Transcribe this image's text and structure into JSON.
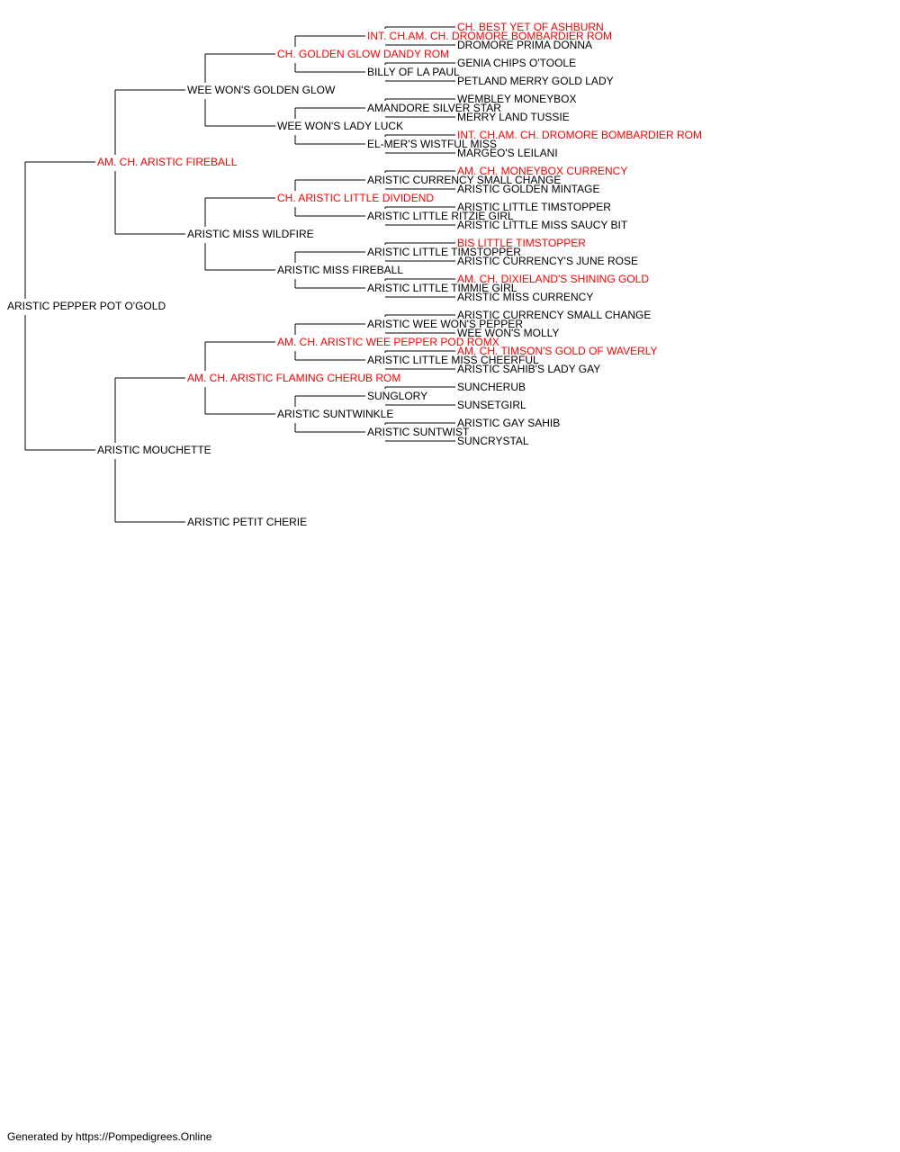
{
  "colors": {
    "champion": "#ff0000",
    "normal": "#000000",
    "line": "#000000"
  },
  "pedigree": {
    "name": "ARISTIC PEPPER POT O'GOLD",
    "champion": false,
    "sire": {
      "name": "AM. CH. ARISTIC FIREBALL",
      "champion": true,
      "sire": {
        "name": "WEE WON'S GOLDEN GLOW",
        "champion": false,
        "sire": {
          "name": "CH. GOLDEN GLOW DANDY ROM",
          "champion": true,
          "sire": {
            "name": "INT. CH.AM. CH. DROMORE BOMBARDIER ROM",
            "champion": true,
            "sire": {
              "name": "CH. BEST YET OF ASHBURN",
              "champion": true
            },
            "dam": {
              "name": "DROMORE PRIMA DONNA",
              "champion": false
            }
          },
          "dam": {
            "name": "BILLY OF LA PAUL",
            "champion": false,
            "sire": {
              "name": "GENIA CHIPS O'TOOLE",
              "champion": false
            },
            "dam": {
              "name": "PETLAND MERRY GOLD LADY",
              "champion": false
            }
          }
        },
        "dam": {
          "name": "WEE WON'S LADY LUCK",
          "champion": false,
          "sire": {
            "name": "AMANDORE SILVER STAR",
            "champion": false,
            "sire": {
              "name": "WEMBLEY MONEYBOX",
              "champion": false
            },
            "dam": {
              "name": "MERRY LAND TUSSIE",
              "champion": false
            }
          },
          "dam": {
            "name": "EL-MER'S WISTFUL MISS",
            "champion": false,
            "sire": {
              "name": "INT. CH.AM. CH. DROMORE BOMBARDIER ROM",
              "champion": true
            },
            "dam": {
              "name": "MARGEO'S LEILANI",
              "champion": false
            }
          }
        }
      },
      "dam": {
        "name": "ARISTIC MISS WILDFIRE",
        "champion": false,
        "sire": {
          "name": "CH. ARISTIC LITTLE DIVIDEND",
          "champion": true,
          "sire": {
            "name": "ARISTIC CURRENCY SMALL CHANGE",
            "champion": false,
            "sire": {
              "name": "AM. CH. MONEYBOX CURRENCY",
              "champion": true
            },
            "dam": {
              "name": "ARISTIC GOLDEN MINTAGE",
              "champion": false
            }
          },
          "dam": {
            "name": "ARISTIC LITTLE RITZIE GIRL",
            "champion": false,
            "sire": {
              "name": "ARISTIC LITTLE TIMSTOPPER",
              "champion": false
            },
            "dam": {
              "name": "ARISTIC LITTLE MISS SAUCY BIT",
              "champion": false
            }
          }
        },
        "dam": {
          "name": "ARISTIC MISS FIREBALL",
          "champion": false,
          "sire": {
            "name": "ARISTIC LITTLE TIMSTOPPER",
            "champion": false,
            "sire": {
              "name": "BIS LITTLE TIMSTOPPER",
              "champion": true
            },
            "dam": {
              "name": "ARISTIC CURRENCY'S JUNE ROSE",
              "champion": false
            }
          },
          "dam": {
            "name": "ARISTIC LITTLE TIMMIE GIRL",
            "champion": false,
            "sire": {
              "name": "AM. CH. DIXIELAND'S SHINING GOLD",
              "champion": true
            },
            "dam": {
              "name": "ARISTIC MISS CURRENCY",
              "champion": false
            }
          }
        }
      }
    },
    "dam": {
      "name": "ARISTIC MOUCHETTE",
      "champion": false,
      "sire": {
        "name": "AM. CH. ARISTIC FLAMING CHERUB ROM",
        "champion": true,
        "sire": {
          "name": "AM. CH. ARISTIC WEE PEPPER POD ROMX",
          "champion": true,
          "sire": {
            "name": "ARISTIC WEE WON'S PEPPER",
            "champion": false,
            "sire": {
              "name": "ARISTIC CURRENCY SMALL CHANGE",
              "champion": false
            },
            "dam": {
              "name": "WEE WON'S MOLLY",
              "champion": false
            }
          },
          "dam": {
            "name": "ARISTIC LITTLE MISS CHEERFUL",
            "champion": false,
            "sire": {
              "name": "AM. CH. TIMSON'S GOLD OF WAVERLY",
              "champion": true
            },
            "dam": {
              "name": "ARISTIC SAHIB'S LADY GAY",
              "champion": false
            }
          }
        },
        "dam": {
          "name": "ARISTIC SUNTWINKLE",
          "champion": false,
          "sire": {
            "name": "SUNGLORY",
            "champion": false,
            "sire": {
              "name": "SUNCHERUB",
              "champion": false
            },
            "dam": {
              "name": "SUNSETGIRL",
              "champion": false
            }
          },
          "dam": {
            "name": "ARISTIC SUNTWIST",
            "champion": false,
            "sire": {
              "name": "ARISTIC GAY SAHIB",
              "champion": false
            },
            "dam": {
              "name": "SUNCRYSTAL",
              "champion": false
            }
          }
        }
      },
      "dam": {
        "name": "ARISTIC PETIT CHERIE",
        "champion": false
      }
    }
  },
  "footer": "Generated by https://Pompedigrees.Online"
}
